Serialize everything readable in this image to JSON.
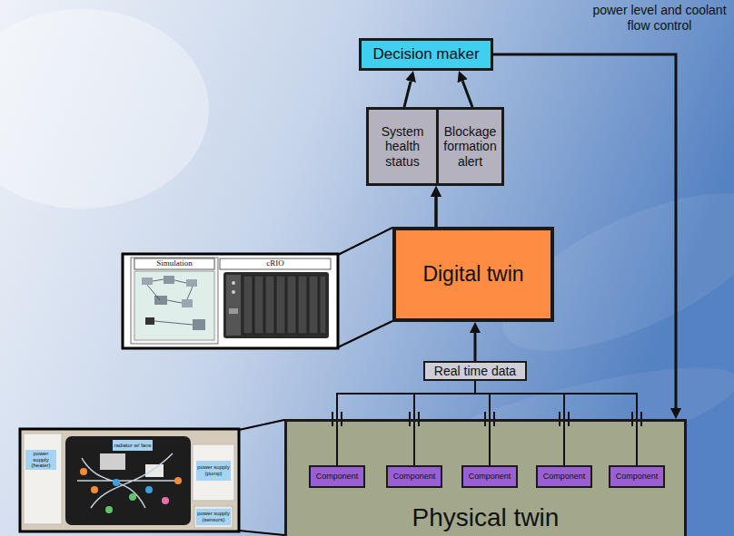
{
  "diagram": {
    "nodes": [
      {
        "text": [
          "Decision maker"
        ]
      },
      {
        "text": [
          "System health status"
        ]
      },
      {
        "text": [
          "Blockage formation alert"
        ]
      },
      {
        "text": [
          "Digital twin"
        ]
      },
      {
        "text": [
          "Real time data"
        ]
      },
      {
        "text": [
          "Physical twin"
        ]
      },
      {
        "text": [
          "Component"
        ],
        "in": 5
      },
      {
        "text": [
          "Component"
        ],
        "in": 5
      },
      {
        "text": [
          "Component"
        ],
        "in": 5
      },
      {
        "text": [
          "Component"
        ],
        "in": 5
      },
      {
        "text": [
          "Component"
        ],
        "in": 5
      }
    ],
    "edges": [
      {
        "from": 1,
        "to": 0,
        "arrow": "to"
      },
      {
        "from": 2,
        "to": 0,
        "arrow": "to"
      },
      {
        "from": 3,
        "to": 1,
        "arrow": "to"
      },
      {
        "from": 3,
        "to": 2,
        "arrow": "to"
      },
      {
        "from": 4,
        "to": 3,
        "arrow": "to"
      },
      {
        "from": 6,
        "to": 4,
        "arrow": "none"
      },
      {
        "from": 7,
        "to": 4,
        "arrow": "none"
      },
      {
        "from": 8,
        "to": 4,
        "arrow": "none"
      },
      {
        "from": 9,
        "to": 4,
        "arrow": "none"
      },
      {
        "from": 10,
        "to": 4,
        "arrow": "none"
      },
      {
        "from": 0,
        "to": 5,
        "arrow": "to",
        "label": "power level and coolant flow control"
      }
    ],
    "labels": [
      "Simulation",
      "cRIO",
      "power supply (heater)",
      "radiator w/ fans",
      "power supply (pump)",
      "power supply (sensors)"
    ]
  }
}
